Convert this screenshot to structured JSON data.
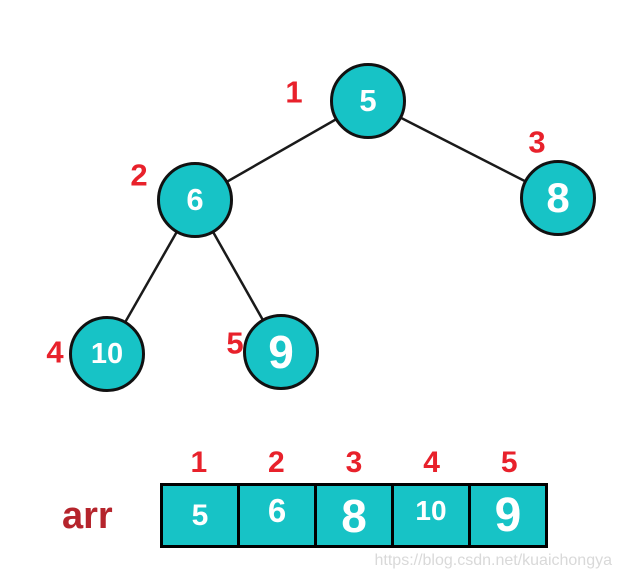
{
  "diagram_type": "binary-tree-with-array-representation",
  "colors": {
    "node_fill": "#17c3c6",
    "node_border": "#111111",
    "edge": "#1a1a1a",
    "node_text": "#ffffff",
    "order_label_red": "#e8212b",
    "arr_label_red": "#b5242c",
    "watermark_gray": "#d9d9d9",
    "background": "#ffffff"
  },
  "tree": {
    "nodes": [
      {
        "order_label": "1",
        "value": "5"
      },
      {
        "order_label": "2",
        "value": "6"
      },
      {
        "order_label": "3",
        "value": "8"
      },
      {
        "order_label": "4",
        "value": "10"
      },
      {
        "order_label": "5",
        "value": "9"
      }
    ],
    "edges": [
      {
        "from": "5",
        "to": "6"
      },
      {
        "from": "5",
        "to": "8"
      },
      {
        "from": "6",
        "to": "10"
      },
      {
        "from": "6",
        "to": "9"
      }
    ]
  },
  "array": {
    "name_label": "arr",
    "indices": [
      "1",
      "2",
      "3",
      "4",
      "5"
    ],
    "values": [
      "5",
      "6",
      "8",
      "10",
      "9"
    ]
  },
  "watermark": "https://blog.csdn.net/kuaichongya"
}
